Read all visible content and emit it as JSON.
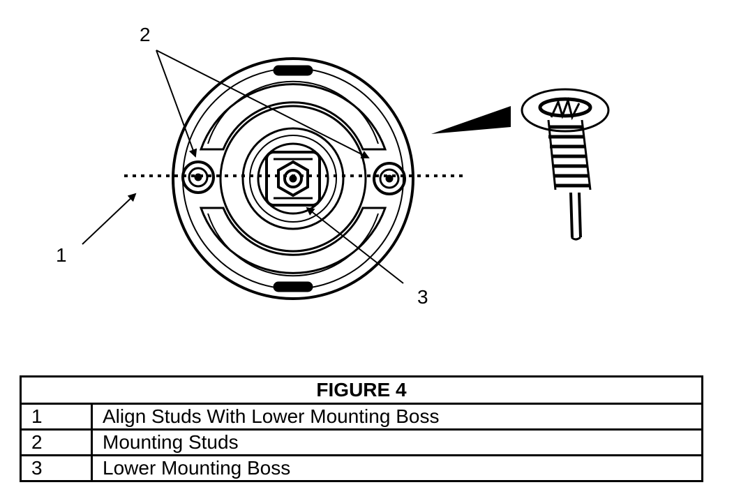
{
  "callouts": {
    "label_1": "1",
    "label_2": "2",
    "label_3": "3"
  },
  "table": {
    "title": "FIGURE 4",
    "rows": [
      {
        "number": "1",
        "description": "Align Studs With Lower Mounting Boss"
      },
      {
        "number": "2",
        "description": "Mounting Studs"
      },
      {
        "number": "3",
        "description": "Lower Mounting Boss"
      }
    ]
  }
}
